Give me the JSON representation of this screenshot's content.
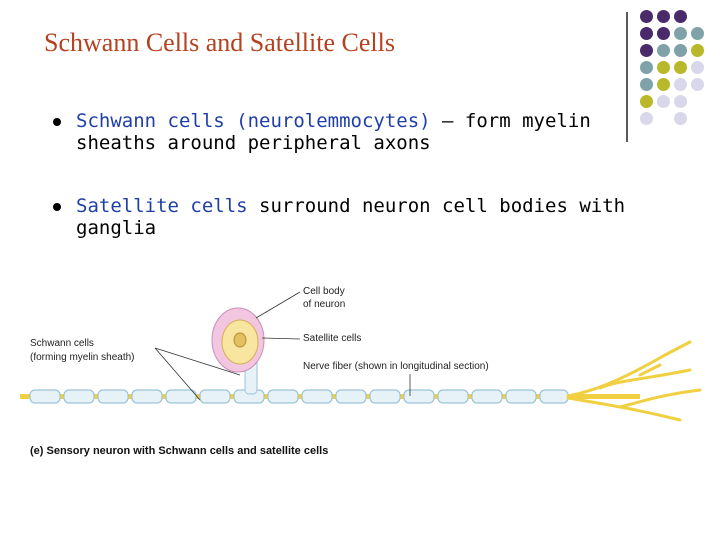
{
  "slide": {
    "title": "Schwann Cells and Satellite Cells",
    "bullets": [
      {
        "term": "Schwann cells (neurolemmocytes)",
        "rest_line1": " – form myelin",
        "line2": "sheaths around peripheral axons"
      },
      {
        "term": "Satellite cells",
        "rest_line1": " surround neuron cell bodies with",
        "line2": "ganglia"
      }
    ]
  },
  "figure": {
    "labels": {
      "cell_body_line1": "Cell body",
      "cell_body_line2": "of neuron",
      "satellite_cells": "Satellite cells",
      "nerve_fiber": "Nerve fiber (shown in longitudinal section)",
      "schwann_line1": "Schwann cells",
      "schwann_line2": "(forming myelin sheath)"
    },
    "caption": "(e) Sensory neuron with Schwann cells and satellite cells"
  },
  "theme": {
    "title_color": "#b5411f",
    "term_color": "#1f3fa8",
    "dot_purple": "#4a2a6a",
    "dot_teal": "#7fa2a8",
    "dot_olive": "#b8b82a",
    "dot_lavender": "#d8d8ea"
  }
}
